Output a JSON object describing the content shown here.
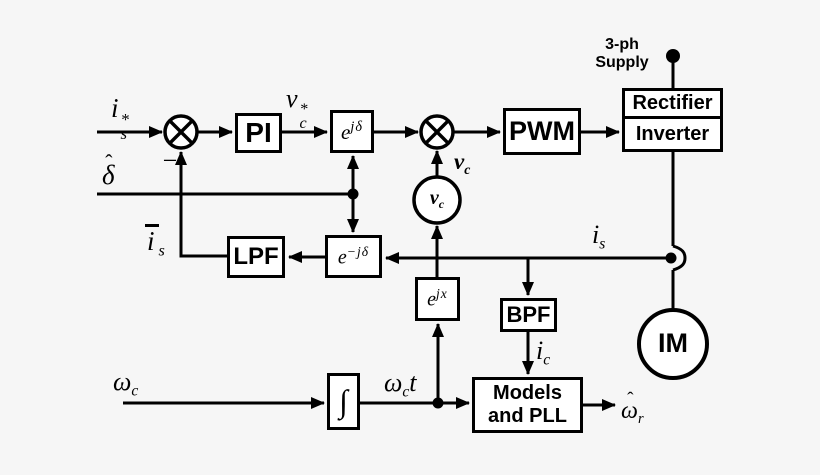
{
  "colors": {
    "background": "#f6f6f6",
    "line": "#000000",
    "box_fill": "#ffffff"
  },
  "blocks": {
    "pi": {
      "label": "PI"
    },
    "e_jdelta": {
      "base": "e",
      "sup": "jδ"
    },
    "pwm": {
      "label": "PWM"
    },
    "rectifier": {
      "label": "Rectifier"
    },
    "inverter": {
      "label": "Inverter"
    },
    "lpf": {
      "label": "LPF"
    },
    "e_minus_jdelta": {
      "base": "e",
      "sup": "−jδ"
    },
    "e_jx": {
      "base": "e",
      "sup": "jx"
    },
    "bpf": {
      "label": "BPF"
    },
    "models_pll": {
      "line1": "Models",
      "line2": "and PLL"
    },
    "integrator": {
      "label": "∫"
    },
    "im": {
      "label": "IM"
    }
  },
  "nodes": {
    "vc_circle": {
      "base": "v",
      "sub": "c"
    }
  },
  "labels": {
    "supply": {
      "line1": "3-ph",
      "line2": "Supply"
    },
    "is_ref": {
      "base": "i",
      "sup": "*",
      "sub": "s"
    },
    "delta_hat": {
      "base": "δ",
      "hat": "ˆ"
    },
    "minus": "−",
    "is_bar": {
      "base": "i",
      "sub": "s"
    },
    "vc_ref": {
      "base": "v",
      "sup": "*",
      "sub": "c"
    },
    "vc": {
      "base": "v",
      "sub": "c"
    },
    "is_feedback": {
      "base": "i",
      "sub": "s"
    },
    "ic": {
      "base": "i",
      "sub": "c"
    },
    "omega_c": {
      "base": "ω",
      "sub": "c"
    },
    "omega_c_t": {
      "base": "ω",
      "sub": "c",
      "suffix": "t"
    },
    "omega_r_hat": {
      "base": "ω",
      "hat": "ˆ",
      "sub": "r"
    }
  }
}
